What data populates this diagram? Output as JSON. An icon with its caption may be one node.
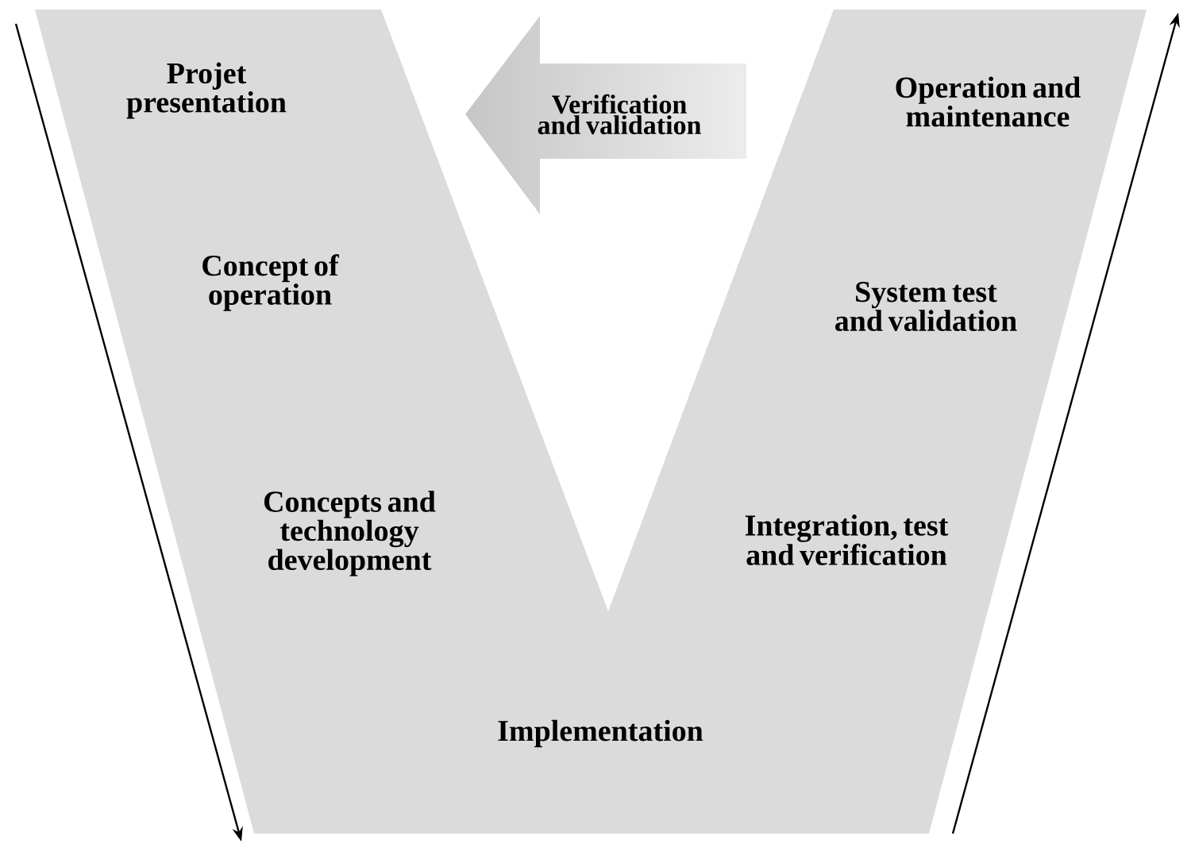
{
  "diagram": {
    "nodes": [
      {
        "text": [],
        "shape": "band"
      },
      {
        "text": [
          "Projet presentation"
        ],
        "in": 0
      },
      {
        "text": [
          "Operation and maintenance"
        ],
        "in": 0
      },
      {
        "text": [
          "Concept of operation"
        ],
        "in": 0
      },
      {
        "text": [
          "System test and validation"
        ],
        "in": 0
      },
      {
        "text": [
          "Concepts and technology development"
        ],
        "in": 0
      },
      {
        "text": [
          "Integration, test and verification"
        ],
        "in": 0
      },
      {
        "text": [
          "Implementation"
        ],
        "in": 0
      },
      {
        "text": [
          "Verification and validation"
        ]
      }
    ]
  }
}
